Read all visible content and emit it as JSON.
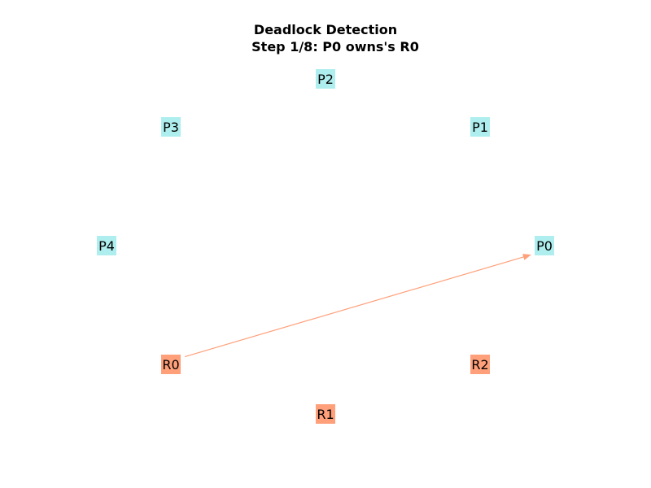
{
  "title": {
    "line1": "Deadlock Detection",
    "line2": "Step 1/8: P0 owns's R0"
  },
  "colors": {
    "process": "#afeeee",
    "resource": "#ffa07a",
    "edge": "#ffa07a"
  },
  "nodes": [
    {
      "id": "P0",
      "label": "P0",
      "kind": "process"
    },
    {
      "id": "P1",
      "label": "P1",
      "kind": "process"
    },
    {
      "id": "P2",
      "label": "P2",
      "kind": "process"
    },
    {
      "id": "P3",
      "label": "P3",
      "kind": "process"
    },
    {
      "id": "P4",
      "label": "P4",
      "kind": "process"
    },
    {
      "id": "R0",
      "label": "R0",
      "kind": "resource"
    },
    {
      "id": "R1",
      "label": "R1",
      "kind": "resource"
    },
    {
      "id": "R2",
      "label": "R2",
      "kind": "resource"
    }
  ],
  "edges": [
    {
      "from": "R0",
      "to": "P0"
    }
  ]
}
